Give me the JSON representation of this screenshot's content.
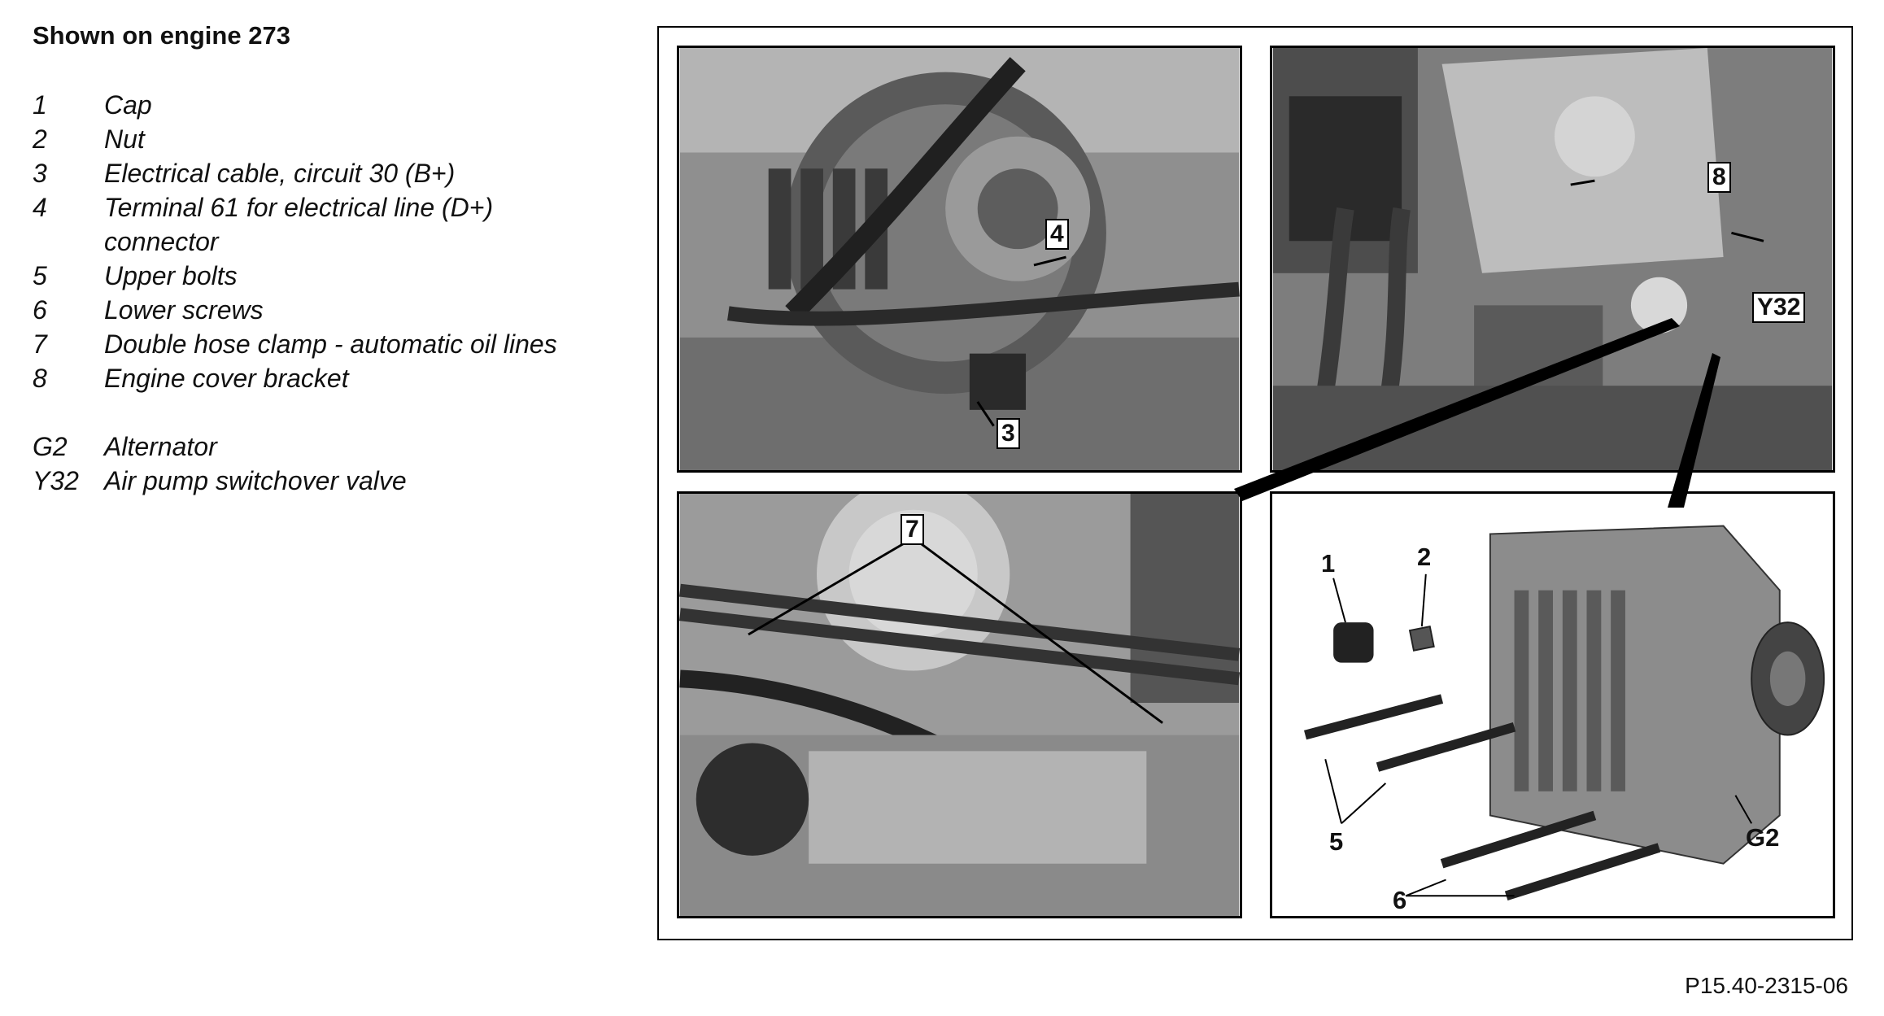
{
  "heading": "Shown on engine 273",
  "legend": [
    {
      "num": "1",
      "text": "Cap"
    },
    {
      "num": "2",
      "text": "Nut"
    },
    {
      "num": "3",
      "text": "Electrical cable, circuit 30 (B+)"
    },
    {
      "num": "4",
      "text": "Terminal 61 for electrical line (D+) connector"
    },
    {
      "num": "5",
      "text": "Upper bolts"
    },
    {
      "num": "6",
      "text": "Lower screws"
    },
    {
      "num": "7",
      "text": "Double hose clamp - automatic oil lines"
    },
    {
      "num": "8",
      "text": "Engine cover bracket"
    }
  ],
  "legend_components": [
    {
      "num": "G2",
      "text": "Alternator"
    },
    {
      "num": "Y32",
      "text": "Air pump switchover valve"
    }
  ],
  "callouts": {
    "c4": "4",
    "c3": "3",
    "c8": "8",
    "cY32": "Y32",
    "c7": "7",
    "c1": "1",
    "c2": "2",
    "c5": "5",
    "c6": "6",
    "cG2": "G2"
  },
  "figure_code": "P15.40-2315-06"
}
